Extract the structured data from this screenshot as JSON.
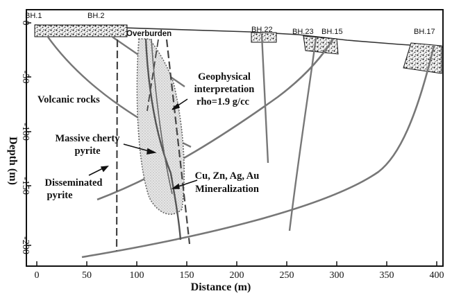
{
  "figure": {
    "x_axis": {
      "label": "Distance (m)",
      "ticks": [
        "0",
        "50",
        "100",
        "150",
        "200",
        "250",
        "300",
        "350",
        "400"
      ]
    },
    "y_axis": {
      "label": "Depth (m)",
      "ticks": [
        "0",
        "-50",
        "-100",
        "-150",
        "-200"
      ]
    },
    "boreholes": {
      "bh1": "BH.1",
      "bh2": "BH.2",
      "bh22": "BH.22",
      "bh23": "BH.23",
      "bh15": "BH.15",
      "bh17": "BH.17"
    },
    "labels": {
      "overburden": "Overburden",
      "geophysical_line1": "Geophysical",
      "geophysical_line2": "interpretation",
      "geophysical_line3": "rho=1.9 g/cc",
      "volcanic": "Volcanic rocks",
      "massive_line1": "Massive cherty",
      "massive_line2": "pyrite",
      "disseminated_line1": "Disseminated",
      "disseminated_line2": "pyrite",
      "mineral_line1": "Cu, Zn, Ag, Au",
      "mineral_line2": "Mineralization"
    },
    "colors": {
      "frame": "#111111",
      "borehole_trace": "#777777",
      "contact": "#333333",
      "dotted_fill": "#cfcfcf"
    }
  }
}
